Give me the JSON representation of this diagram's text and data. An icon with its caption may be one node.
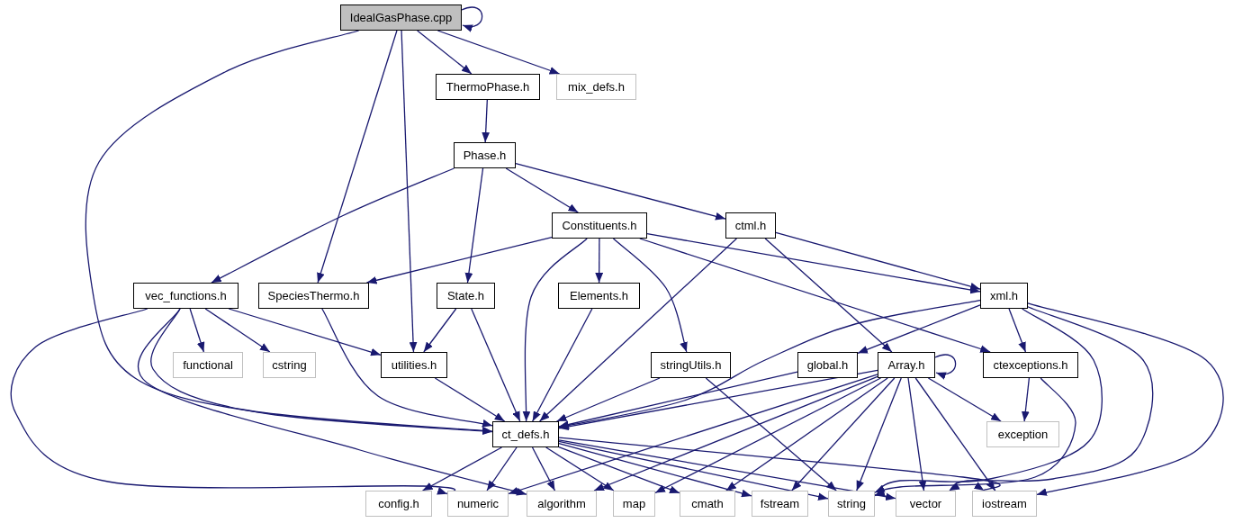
{
  "diagram": {
    "nodes": [
      {
        "text": [
          "IdealGasPhase.cpp"
        ]
      },
      {
        "text": [
          "ThermoPhase.h"
        ]
      },
      {
        "text": [
          "mix_defs.h"
        ]
      },
      {
        "text": [
          "Phase.h"
        ]
      },
      {
        "text": [
          "Constituents.h"
        ]
      },
      {
        "text": [
          "ctml.h"
        ]
      },
      {
        "text": [
          "vec_functions.h"
        ]
      },
      {
        "text": [
          "SpeciesThermo.h"
        ]
      },
      {
        "text": [
          "State.h"
        ]
      },
      {
        "text": [
          "Elements.h"
        ]
      },
      {
        "text": [
          "xml.h"
        ]
      },
      {
        "text": [
          "functional"
        ]
      },
      {
        "text": [
          "cstring"
        ]
      },
      {
        "text": [
          "utilities.h"
        ]
      },
      {
        "text": [
          "stringUtils.h"
        ]
      },
      {
        "text": [
          "global.h"
        ]
      },
      {
        "text": [
          "Array.h"
        ]
      },
      {
        "text": [
          "ctexceptions.h"
        ]
      },
      {
        "text": [
          "exception"
        ]
      },
      {
        "text": [
          "ct_defs.h"
        ]
      },
      {
        "text": [
          "config.h"
        ]
      },
      {
        "text": [
          "numeric"
        ]
      },
      {
        "text": [
          "algorithm"
        ]
      },
      {
        "text": [
          "map"
        ]
      },
      {
        "text": [
          "cmath"
        ]
      },
      {
        "text": [
          "fstream"
        ]
      },
      {
        "text": [
          "string"
        ]
      },
      {
        "text": [
          "vector"
        ]
      },
      {
        "text": [
          "iostream"
        ]
      }
    ],
    "edges": [
      {
        "from": 0,
        "to": 0,
        "arrow": "to"
      },
      {
        "from": 0,
        "to": 19,
        "arrow": "to"
      },
      {
        "from": 0,
        "to": 7,
        "arrow": "to"
      },
      {
        "from": 0,
        "to": 13,
        "arrow": "to"
      },
      {
        "from": 0,
        "to": 1,
        "arrow": "to"
      },
      {
        "from": 0,
        "to": 2,
        "arrow": "to"
      },
      {
        "from": 1,
        "to": 3,
        "arrow": "to"
      },
      {
        "from": 3,
        "to": 6,
        "arrow": "to"
      },
      {
        "from": 3,
        "to": 8,
        "arrow": "to"
      },
      {
        "from": 3,
        "to": 4,
        "arrow": "to"
      },
      {
        "from": 3,
        "to": 5,
        "arrow": "to"
      },
      {
        "from": 4,
        "to": 7,
        "arrow": "to"
      },
      {
        "from": 4,
        "to": 19,
        "arrow": "to"
      },
      {
        "from": 4,
        "to": 9,
        "arrow": "to"
      },
      {
        "from": 4,
        "to": 14,
        "arrow": "to"
      },
      {
        "from": 4,
        "to": 17,
        "arrow": "to"
      },
      {
        "from": 4,
        "to": 10,
        "arrow": "to"
      },
      {
        "from": 5,
        "to": 19,
        "arrow": "to"
      },
      {
        "from": 5,
        "to": 16,
        "arrow": "to"
      },
      {
        "from": 5,
        "to": 10,
        "arrow": "to"
      },
      {
        "from": 6,
        "to": 21,
        "arrow": "to"
      },
      {
        "from": 6,
        "to": 19,
        "arrow": "to"
      },
      {
        "from": 6,
        "to": 22,
        "arrow": "to"
      },
      {
        "from": 6,
        "to": 11,
        "arrow": "to"
      },
      {
        "from": 6,
        "to": 12,
        "arrow": "to"
      },
      {
        "from": 6,
        "to": 13,
        "arrow": "to"
      },
      {
        "from": 7,
        "to": 19,
        "arrow": "to"
      },
      {
        "from": 8,
        "to": 13,
        "arrow": "to"
      },
      {
        "from": 8,
        "to": 19,
        "arrow": "to"
      },
      {
        "from": 9,
        "to": 19,
        "arrow": "to"
      },
      {
        "from": 10,
        "to": 19,
        "arrow": "to"
      },
      {
        "from": 10,
        "to": 15,
        "arrow": "to"
      },
      {
        "from": 10,
        "to": 17,
        "arrow": "to"
      },
      {
        "from": 10,
        "to": 26,
        "arrow": "to"
      },
      {
        "from": 10,
        "to": 27,
        "arrow": "to"
      },
      {
        "from": 10,
        "to": 28,
        "arrow": "to"
      },
      {
        "from": 13,
        "to": 19,
        "arrow": "to"
      },
      {
        "from": 14,
        "to": 19,
        "arrow": "to"
      },
      {
        "from": 14,
        "to": 26,
        "arrow": "to"
      },
      {
        "from": 15,
        "to": 19,
        "arrow": "to"
      },
      {
        "from": 16,
        "to": 16,
        "arrow": "to"
      },
      {
        "from": 16,
        "to": 19,
        "arrow": "to"
      },
      {
        "from": 16,
        "to": 21,
        "arrow": "to"
      },
      {
        "from": 16,
        "to": 22,
        "arrow": "to"
      },
      {
        "from": 16,
        "to": 23,
        "arrow": "to"
      },
      {
        "from": 16,
        "to": 24,
        "arrow": "to"
      },
      {
        "from": 16,
        "to": 25,
        "arrow": "to"
      },
      {
        "from": 16,
        "to": 26,
        "arrow": "to"
      },
      {
        "from": 16,
        "to": 27,
        "arrow": "to"
      },
      {
        "from": 16,
        "to": 28,
        "arrow": "to"
      },
      {
        "from": 16,
        "to": 18,
        "arrow": "to"
      },
      {
        "from": 17,
        "to": 26,
        "arrow": "to"
      },
      {
        "from": 17,
        "to": 18,
        "arrow": "to"
      },
      {
        "from": 19,
        "to": 20,
        "arrow": "to"
      },
      {
        "from": 19,
        "to": 21,
        "arrow": "to"
      },
      {
        "from": 19,
        "to": 22,
        "arrow": "to"
      },
      {
        "from": 19,
        "to": 23,
        "arrow": "to"
      },
      {
        "from": 19,
        "to": 24,
        "arrow": "to"
      },
      {
        "from": 19,
        "to": 25,
        "arrow": "to"
      },
      {
        "from": 19,
        "to": 26,
        "arrow": "to"
      },
      {
        "from": 19,
        "to": 27,
        "arrow": "to"
      },
      {
        "from": 19,
        "to": 28,
        "arrow": "to"
      }
    ]
  }
}
